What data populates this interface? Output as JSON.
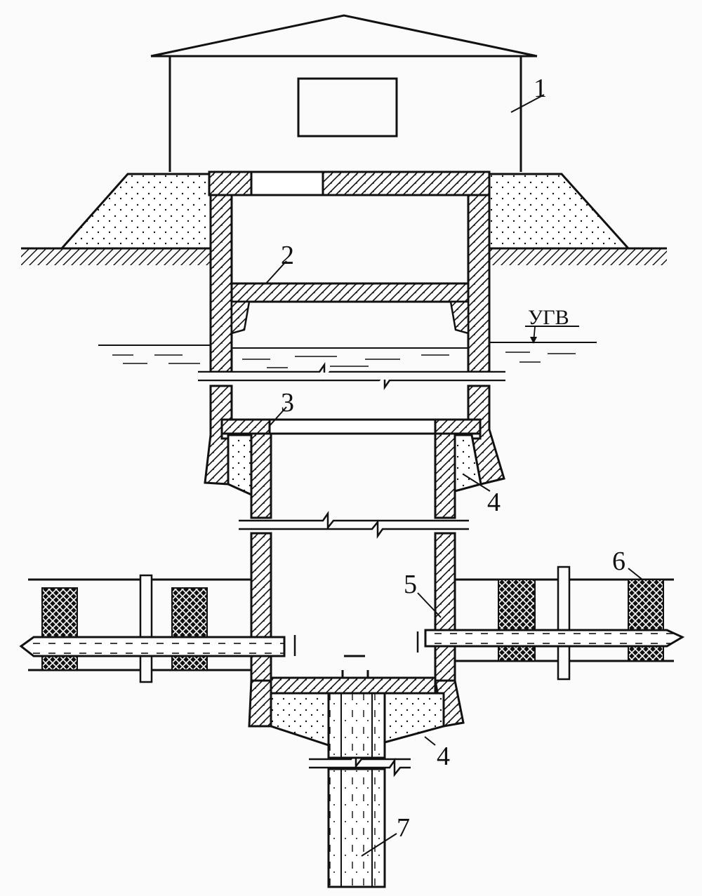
{
  "diagram": {
    "labels": {
      "l1": "1",
      "l2": "2",
      "l3": "3",
      "l4a": "4",
      "l4b": "4",
      "l5": "5",
      "l6": "6",
      "l7": "7",
      "ugv": "УГВ"
    },
    "colors": {
      "ink": "#111111",
      "paper": "#fbfbfb"
    }
  }
}
